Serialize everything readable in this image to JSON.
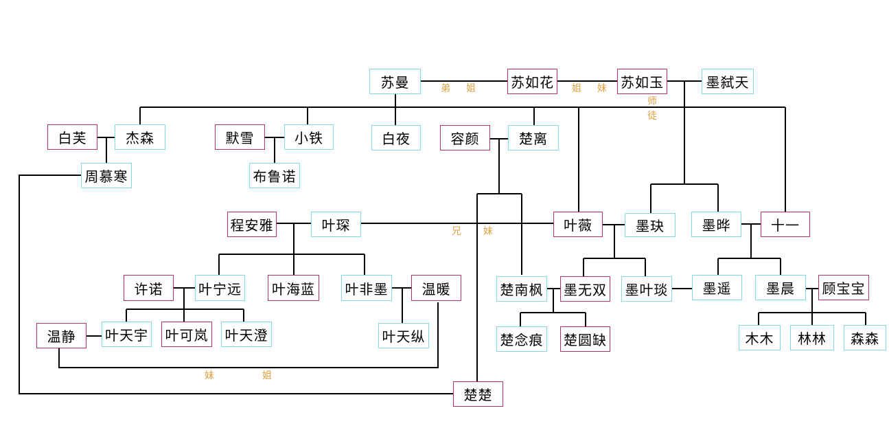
{
  "colors": {
    "male_border": "#7fd9e6",
    "female_border": "#b0306b",
    "relation_label": "#e0a040",
    "line": "#000000"
  },
  "nodes": {
    "sumanManl": "苏曼",
    "suruhua": "苏如花",
    "suruyu": "苏如玉",
    "moshitian": "墨弑天",
    "baifu": "白芙",
    "jiesen": "杰森",
    "moxue": "默雪",
    "xiaotie": "小铁",
    "baiye": "白夜",
    "rongyan": "容颜",
    "chuli": "楚离",
    "zhoumuhan": "周慕寒",
    "bulunuo": "布鲁诺",
    "chenganya": "程安雅",
    "yechen": "叶琛",
    "yewei": "叶薇",
    "mojue": "墨玦",
    "moye": "墨晔",
    "shiyi": "十一",
    "xunuo": "许诺",
    "yeningyuan": "叶宁远",
    "yehailan": "叶海蓝",
    "yefeimo": "叶非墨",
    "wennuan": "温暖",
    "chunanfeng": "楚南枫",
    "mowushuang": "墨无双",
    "moyetan": "墨叶琰",
    "moyao": "墨遥",
    "mochen": "墨晨",
    "gubaobao": "顾宝宝",
    "wenjing": "温静",
    "yetianyu": "叶天宇",
    "yekelan": "叶可岚",
    "yetiancheng": "叶天澄",
    "yetianzong": "叶天纵",
    "chunianhen": "楚念痕",
    "chuyuanque": "楚圆缺",
    "mumu": "木木",
    "linlin": "林林",
    "sensen": "森森",
    "chuchu": "楚楚"
  },
  "relations": {
    "didi": "弟",
    "jie1": "姐",
    "jie2": "姐",
    "mei1": "妹",
    "shi": "师",
    "tu": "徒",
    "xiong": "兄",
    "mei2": "妹",
    "mei3": "妹",
    "jie3": "姐"
  }
}
